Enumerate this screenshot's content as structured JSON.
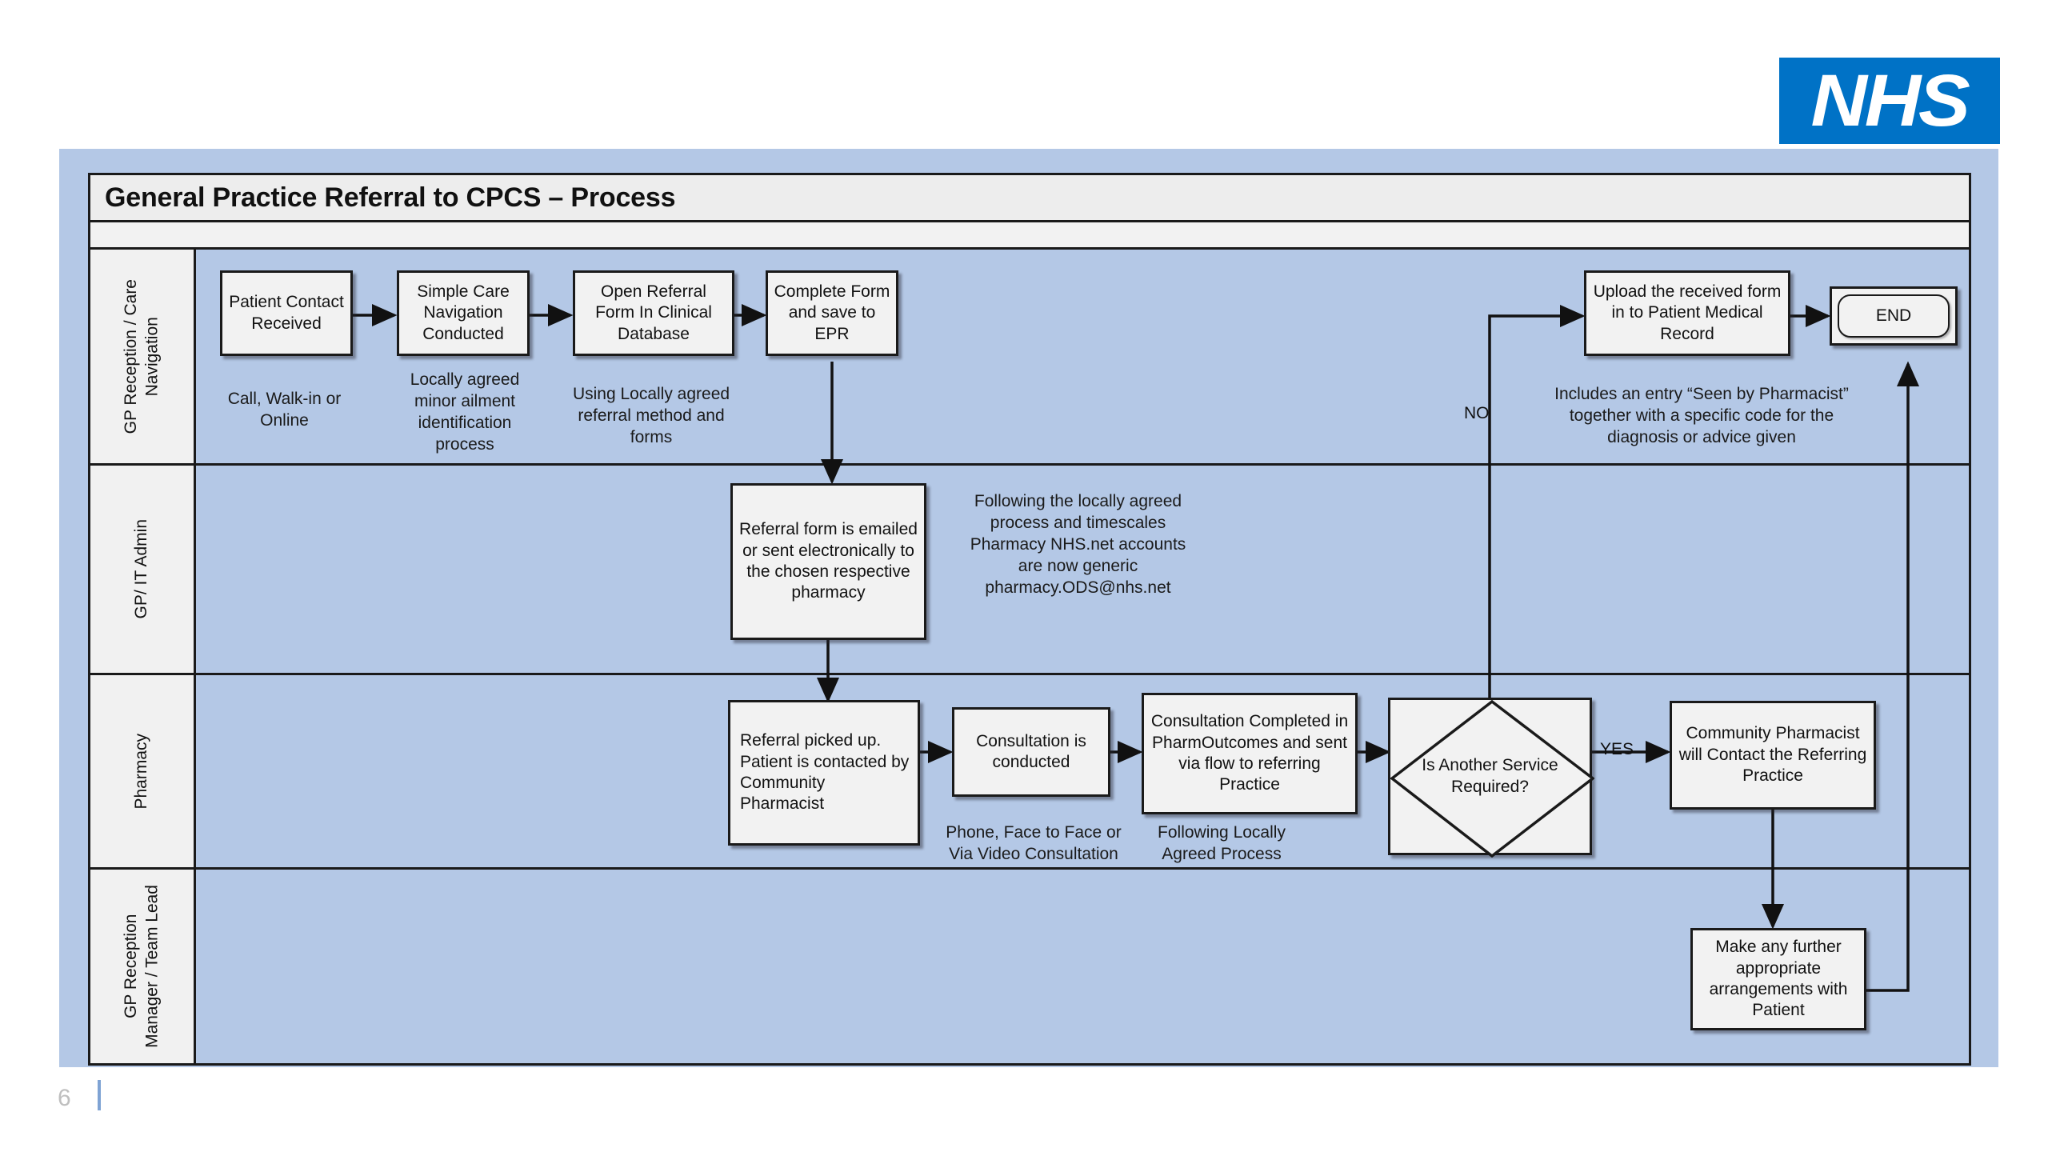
{
  "logo": {
    "text": "NHS",
    "color": "#0072C6"
  },
  "diagram": {
    "title": "General Practice Referral to CPCS – Process",
    "background_color": "#B4C8E6",
    "node_fill": "#F2F2F2",
    "border_color": "#1A1A1A"
  },
  "lanes": [
    {
      "id": "gp-reception-care-navigation",
      "label": "GP Reception / Care\nNavigation"
    },
    {
      "id": "gp-it-admin",
      "label": "GP/ IT Admin"
    },
    {
      "id": "pharmacy",
      "label": "Pharmacy"
    },
    {
      "id": "gp-reception-manager-team-lead",
      "label": "GP Reception\nManager / Team Lead"
    }
  ],
  "nodes": {
    "patient_contact_received": "Patient Contact Received",
    "simple_care_navigation_conducted": "Simple Care Navigation Conducted",
    "open_referral_form": "Open Referral Form In Clinical Database",
    "complete_form_save_epr": "Complete Form and save to EPR",
    "upload_received_form": "Upload the received form in to Patient Medical Record",
    "end": "END",
    "referral_form_emailed": "Referral form is emailed or sent electronically to the chosen respective pharmacy",
    "referral_picked_up": "Referral picked up. Patient is contacted by Community Pharmacist",
    "consultation_conducted": "Consultation is conducted",
    "consultation_completed": "Consultation Completed in PharmOutcomes and sent via flow to referring Practice",
    "is_another_service_required": "Is Another Service Required?",
    "community_pharmacist_contact": "Community Pharmacist will Contact the Referring Practice",
    "make_further_arrangements": "Make any further appropriate arrangements with Patient"
  },
  "annotations": {
    "call_walk_in_online": "Call, Walk-in or Online",
    "locally_agreed_minor_ailment": "Locally agreed minor ailment identification process",
    "using_locally_agreed_referral": "Using Locally agreed referral method and forms",
    "includes_an_entry": "Includes an entry “Seen by Pharmacist” together with a specific code for the diagnosis or advice given",
    "following_locally_agreed_process": "Following the locally agreed process and timescales Pharmacy NHS.net accounts are now generic pharmacy.ODS@nhs.net",
    "phone_face_video": "Phone, Face to Face or Via Video Consultation",
    "following_locally_agreed": "Following Locally Agreed Process"
  },
  "edge_labels": {
    "no": "NO",
    "yes": "YES"
  },
  "footer": {
    "page_number": "6"
  }
}
